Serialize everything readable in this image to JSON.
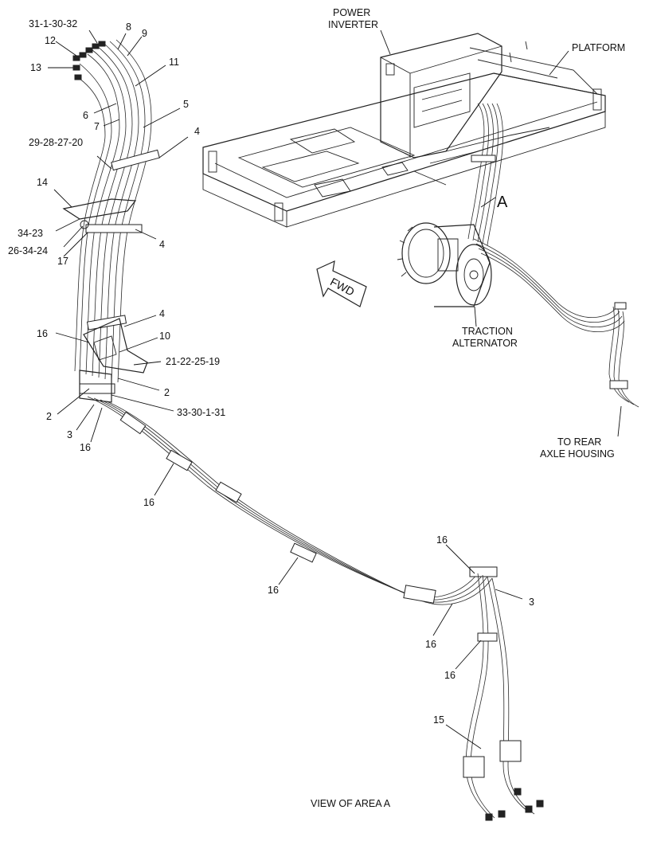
{
  "diagram": {
    "component_labels": {
      "power_inverter": [
        "POWER",
        "INVERTER"
      ],
      "platform": "PLATFORM",
      "traction_alternator": [
        "TRACTION",
        "ALTERNATOR"
      ],
      "rear_axle": [
        "TO REAR",
        "AXLE HOUSING"
      ],
      "area_marker": "A",
      "fwd": "FWD",
      "view_caption": "VIEW OF AREA A"
    },
    "callouts": {
      "c_31_1_30_32": "31-1-30-32",
      "c_12": "12",
      "c_13": "13",
      "c_8": "8",
      "c_9": "9",
      "c_11": "11",
      "c_6": "6",
      "c_7": "7",
      "c_5": "5",
      "c_4a": "4",
      "c_29_28_27_20": "29-28-27-20",
      "c_14": "14",
      "c_34_23": "34-23",
      "c_26_34_24": "26-34-24",
      "c_17": "17",
      "c_4b": "4",
      "c_4c": "4",
      "c_16a": "16",
      "c_10": "10",
      "c_21_22_25_19": "21-22-25-19",
      "c_2a": "2",
      "c_2b": "2",
      "c_33_30_1_31": "33-30-1-31",
      "c_3a": "3",
      "c_16b": "16",
      "c_16c": "16",
      "c_16d": "16",
      "c_16e": "16",
      "c_3b": "3",
      "c_16f": "16",
      "c_16g": "16",
      "c_15": "15"
    }
  }
}
